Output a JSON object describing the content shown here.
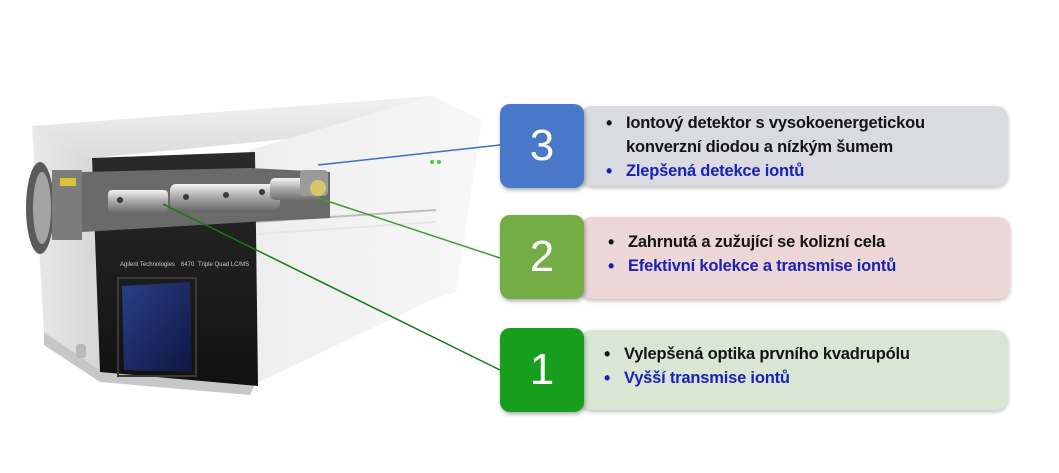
{
  "callouts": [
    {
      "number": "3",
      "feature": "Iontový detektor s vysokoenergetickou konverzní diodou a nízkým šumem",
      "benefit": "Zlepšená detekce iontů",
      "badge_color": "#4a78c9",
      "panel_color": "#d9dbe1"
    },
    {
      "number": "2",
      "feature": "Zahrnutá a zužující se kolizní cela",
      "benefit": "Efektivní kolekce a transmise iontů",
      "badge_color": "#74ad45",
      "panel_color": "#ecd6d6"
    },
    {
      "number": "1",
      "feature": "Vylepšená optika prvního kvadrupólu",
      "benefit": "Vyšší transmise iontů",
      "badge_color": "#179e1c",
      "panel_color": "#d9e6d4"
    }
  ],
  "instrument": {
    "brand": "Agilent Technologies",
    "model": "6470",
    "type": "Triple Quad LC/MS"
  },
  "colors": {
    "feature_text": "#141414",
    "benefit_text": "#1a20b8",
    "leader_blue": "#3f6bd0",
    "leader_green": "#2e9a2a"
  }
}
